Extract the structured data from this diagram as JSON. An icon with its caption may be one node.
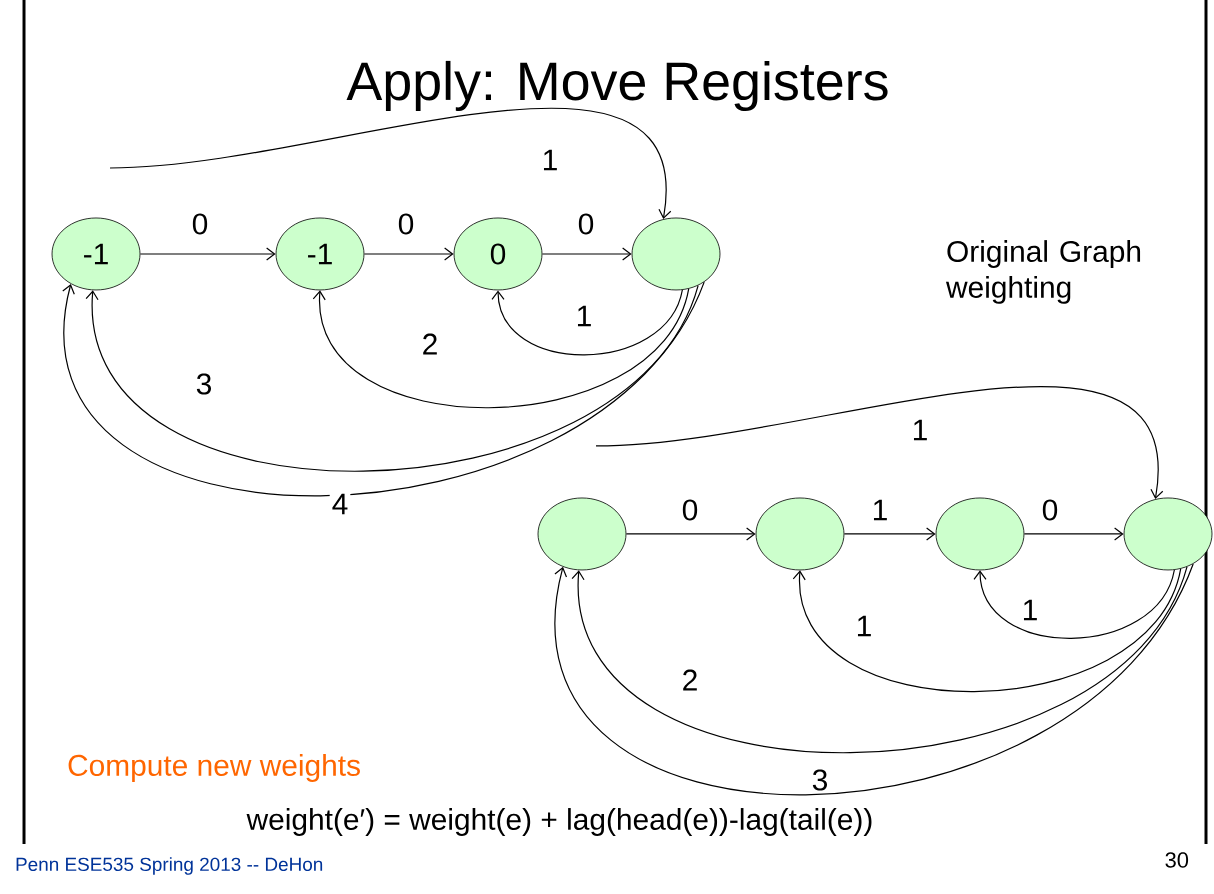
{
  "diagram": {
    "title": "Apply: Move Registers",
    "nodes": [
      {
        "text": [
          "-1"
        ]
      },
      {
        "text": [
          "-1"
        ]
      },
      {
        "text": [
          "0"
        ]
      },
      {
        "text": [],
        "shape": "circle"
      },
      {
        "text": [],
        "shape": "circle"
      },
      {
        "text": [],
        "shape": "circle"
      },
      {
        "text": [],
        "shape": "circle"
      },
      {
        "text": [],
        "shape": "circle"
      }
    ],
    "edges": [
      {
        "from": 0,
        "to": 1,
        "arrow": "to",
        "label": "0"
      },
      {
        "from": 1,
        "to": 2,
        "arrow": "to",
        "label": "0"
      },
      {
        "from": 2,
        "to": 3,
        "arrow": "to",
        "label": "0"
      },
      {
        "from": null,
        "to": 3,
        "arrow": "to",
        "label": "1"
      },
      {
        "from": 3,
        "to": 2,
        "arrow": "to",
        "label": "1"
      },
      {
        "from": 3,
        "to": 1,
        "arrow": "to",
        "label": "2"
      },
      {
        "from": 3,
        "to": 0,
        "arrow": "to",
        "label": "3"
      },
      {
        "from": 3,
        "to": 0,
        "arrow": "to",
        "label": "4"
      },
      {
        "from": 4,
        "to": 5,
        "arrow": "to",
        "label": "0"
      },
      {
        "from": 5,
        "to": 6,
        "arrow": "to",
        "label": "1"
      },
      {
        "from": 6,
        "to": 7,
        "arrow": "to",
        "label": "0"
      },
      {
        "from": null,
        "to": 7,
        "arrow": "to",
        "label": "1"
      },
      {
        "from": 7,
        "to": 6,
        "arrow": "to",
        "label": "1"
      },
      {
        "from": 7,
        "to": 5,
        "arrow": "to",
        "label": "1"
      },
      {
        "from": 7,
        "to": 4,
        "arrow": "to",
        "label": "2"
      },
      {
        "from": 7,
        "to": 4,
        "arrow": "to",
        "label": "3"
      }
    ],
    "labels": [
      "Original Graph weighting",
      "Compute new weights",
      "weight(e′) = weight(e) + lag(head(e))-lag(tail(e))",
      "Penn ESE535 Spring 2013 -- DeHon",
      "30"
    ]
  }
}
